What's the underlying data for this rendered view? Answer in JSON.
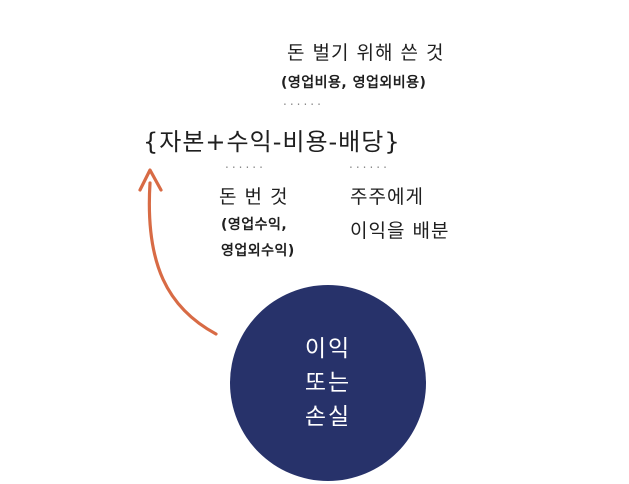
{
  "formula": "{자본+수익-비용-배당}",
  "expense": {
    "title": "돈 벌기 위해 쓴 것",
    "detail": "(영업비용, 영업외비용)",
    "dots": "......"
  },
  "revenue": {
    "title": "돈 번 것",
    "detail_line1": "(영업수익,",
    "detail_line2": "영업외수익)",
    "dots": "......"
  },
  "dividend": {
    "line1": "주주에게",
    "line2": "이익을 배분",
    "dots": "......"
  },
  "circle": {
    "line1": "이익",
    "line2": "또는",
    "line3": "손실",
    "color": "#27326a"
  },
  "arrow": {
    "color": "#d86b45"
  }
}
